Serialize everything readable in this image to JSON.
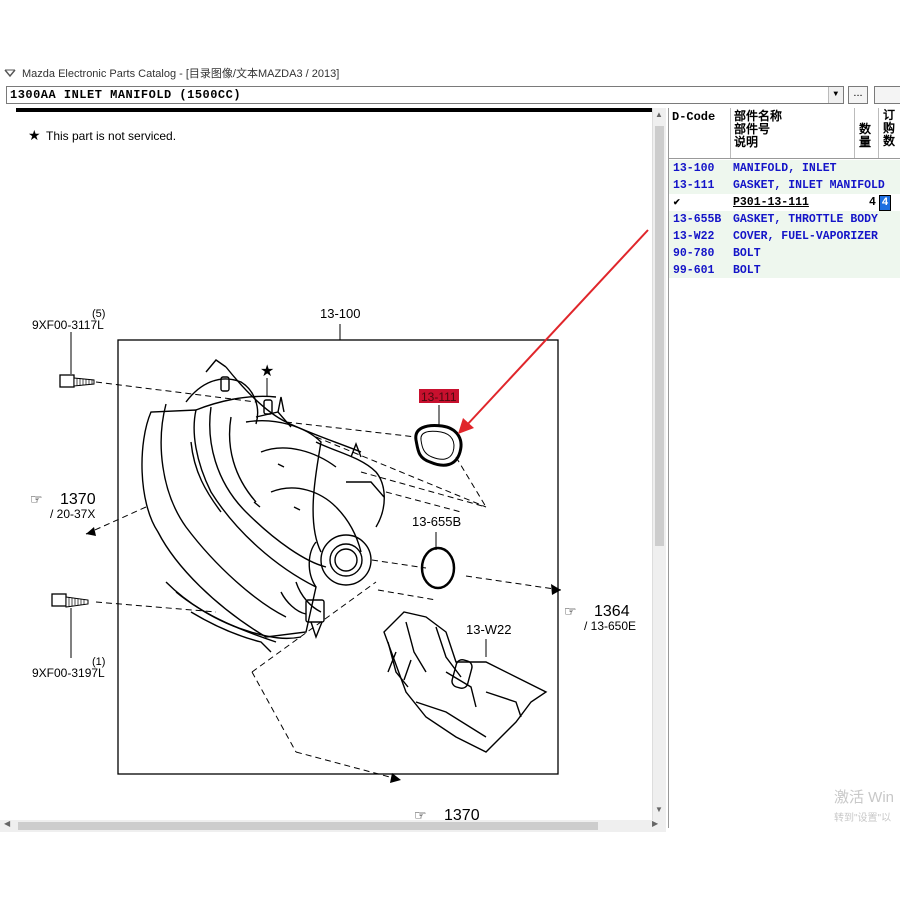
{
  "window": {
    "title": "Mazda Electronic Parts Catalog - [目录图像/文本MAZDA3 / 2013]"
  },
  "toolbar": {
    "section_value": "1300AA  INLET MANIFOLD (1500CC)",
    "dropdown_arrow": "▼",
    "browse_label": "..."
  },
  "diagram": {
    "note_star": "★",
    "note_text": "This part is not serviced.",
    "labels": {
      "manifold": "13-100",
      "gasket": "13-111",
      "gasket_throttle": "13-655B",
      "cover": "13-W22",
      "bolt_top": "9XF00-3117L",
      "bolt_top_qty": "(5)",
      "bolt_bottom": "9XF00-3197L",
      "bolt_bottom_qty": "(1)",
      "ref_left_num": "1370",
      "ref_left_sub": "/ 20-37X",
      "ref_right_num": "1364",
      "ref_right_sub": "/ 13-650E",
      "ref_bottom_num": "1370",
      "star_mark": "★"
    }
  },
  "parts_table": {
    "headers": {
      "dcode": "D-Code",
      "name_line1": "部件名称",
      "name_line2": "部件号",
      "name_line3": "说明",
      "qty": "数量",
      "order_line1": "订",
      "order_line2": "购",
      "order_line3": "数"
    },
    "rows": [
      {
        "code": "13-100",
        "name": "MANIFOLD, INLET"
      },
      {
        "code": "13-111",
        "name": "GASKET, INLET MANIFOLD"
      },
      {
        "code": "13-655B",
        "name": "GASKET, THROTTLE BODY"
      },
      {
        "code": "13-W22",
        "name": "COVER, FUEL-VAPORIZER"
      },
      {
        "code": "90-780",
        "name": "BOLT"
      },
      {
        "code": "99-601",
        "name": "BOLT"
      }
    ],
    "detail": {
      "check": "✔",
      "part_number": "P301-13-111",
      "qty": "4",
      "order_qty": "4"
    }
  },
  "watermark": {
    "line1": "激活 Win",
    "line2": "转到\"设置\"以"
  },
  "colors": {
    "link_blue": "#1414c8",
    "highlight_red": "#c8102e",
    "arrow_red": "#e0262b",
    "table_bg": "#eef7ee",
    "selection_blue": "#1e6fe0"
  }
}
